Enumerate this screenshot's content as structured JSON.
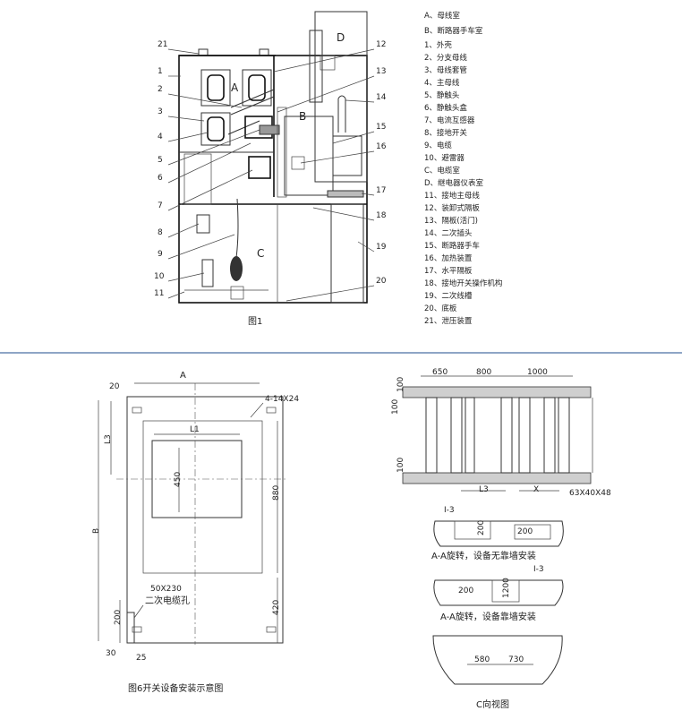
{
  "fig1": {
    "caption": "图1",
    "compartments": [
      "A",
      "B",
      "C",
      "D"
    ],
    "callouts_left": [
      "21",
      "1",
      "2",
      "3",
      "4",
      "5",
      "6",
      "7",
      "8",
      "9",
      "10",
      "11"
    ],
    "callouts_right": [
      "12",
      "13",
      "14",
      "15",
      "16",
      "17",
      "18",
      "19",
      "20"
    ],
    "legend": [
      "A、母线室",
      "B、断路器手车室",
      "1、外壳",
      "2、分支母线",
      "3、母线套管",
      "4、主母线",
      "5、静触头",
      "6、静触头盒",
      "7、电流互感器",
      "8、接地开关",
      "9、电缆",
      "10、避雷器",
      "C、电缆室",
      "D、继电器仪表室",
      "11、接地主母线",
      "12、装卸式隔板",
      "13、隔板(活门)",
      "14、二次插头",
      "15、断路器手车",
      "16、加热装置",
      "17、水平隔板",
      "18、接地开关操作机构",
      "19、二次线槽",
      "20、底板",
      "21、泄压装置"
    ]
  },
  "fig6": {
    "caption": "图6开关设备安装示意图",
    "dims": {
      "A": "A",
      "L1": "L1",
      "L3": "L3",
      "B": "B",
      "d20": "20",
      "d450": "450",
      "d880": "880",
      "d420": "420",
      "d200": "200",
      "d30": "30",
      "d25": "25",
      "holes": "4-14X24",
      "slot": "50X230",
      "slot_label": "二次电缆孔"
    }
  },
  "right": {
    "top_dims": [
      "650",
      "800",
      "1000"
    ],
    "side_dims": [
      "100",
      "100",
      "100"
    ],
    "bottom_dims": [
      "L3",
      "X"
    ],
    "steel": "63X40X48",
    "aa1_caption": "A-A旋转，设备无靠墙安装",
    "aa2_caption": "A-A旋转，设备靠墙安装",
    "c_caption": "C向视图",
    "aa1_dims": [
      "I-3",
      "200",
      "200"
    ],
    "aa2_dims": [
      "I-3",
      "200",
      "1200"
    ],
    "c_dims": [
      "580",
      "730"
    ]
  }
}
